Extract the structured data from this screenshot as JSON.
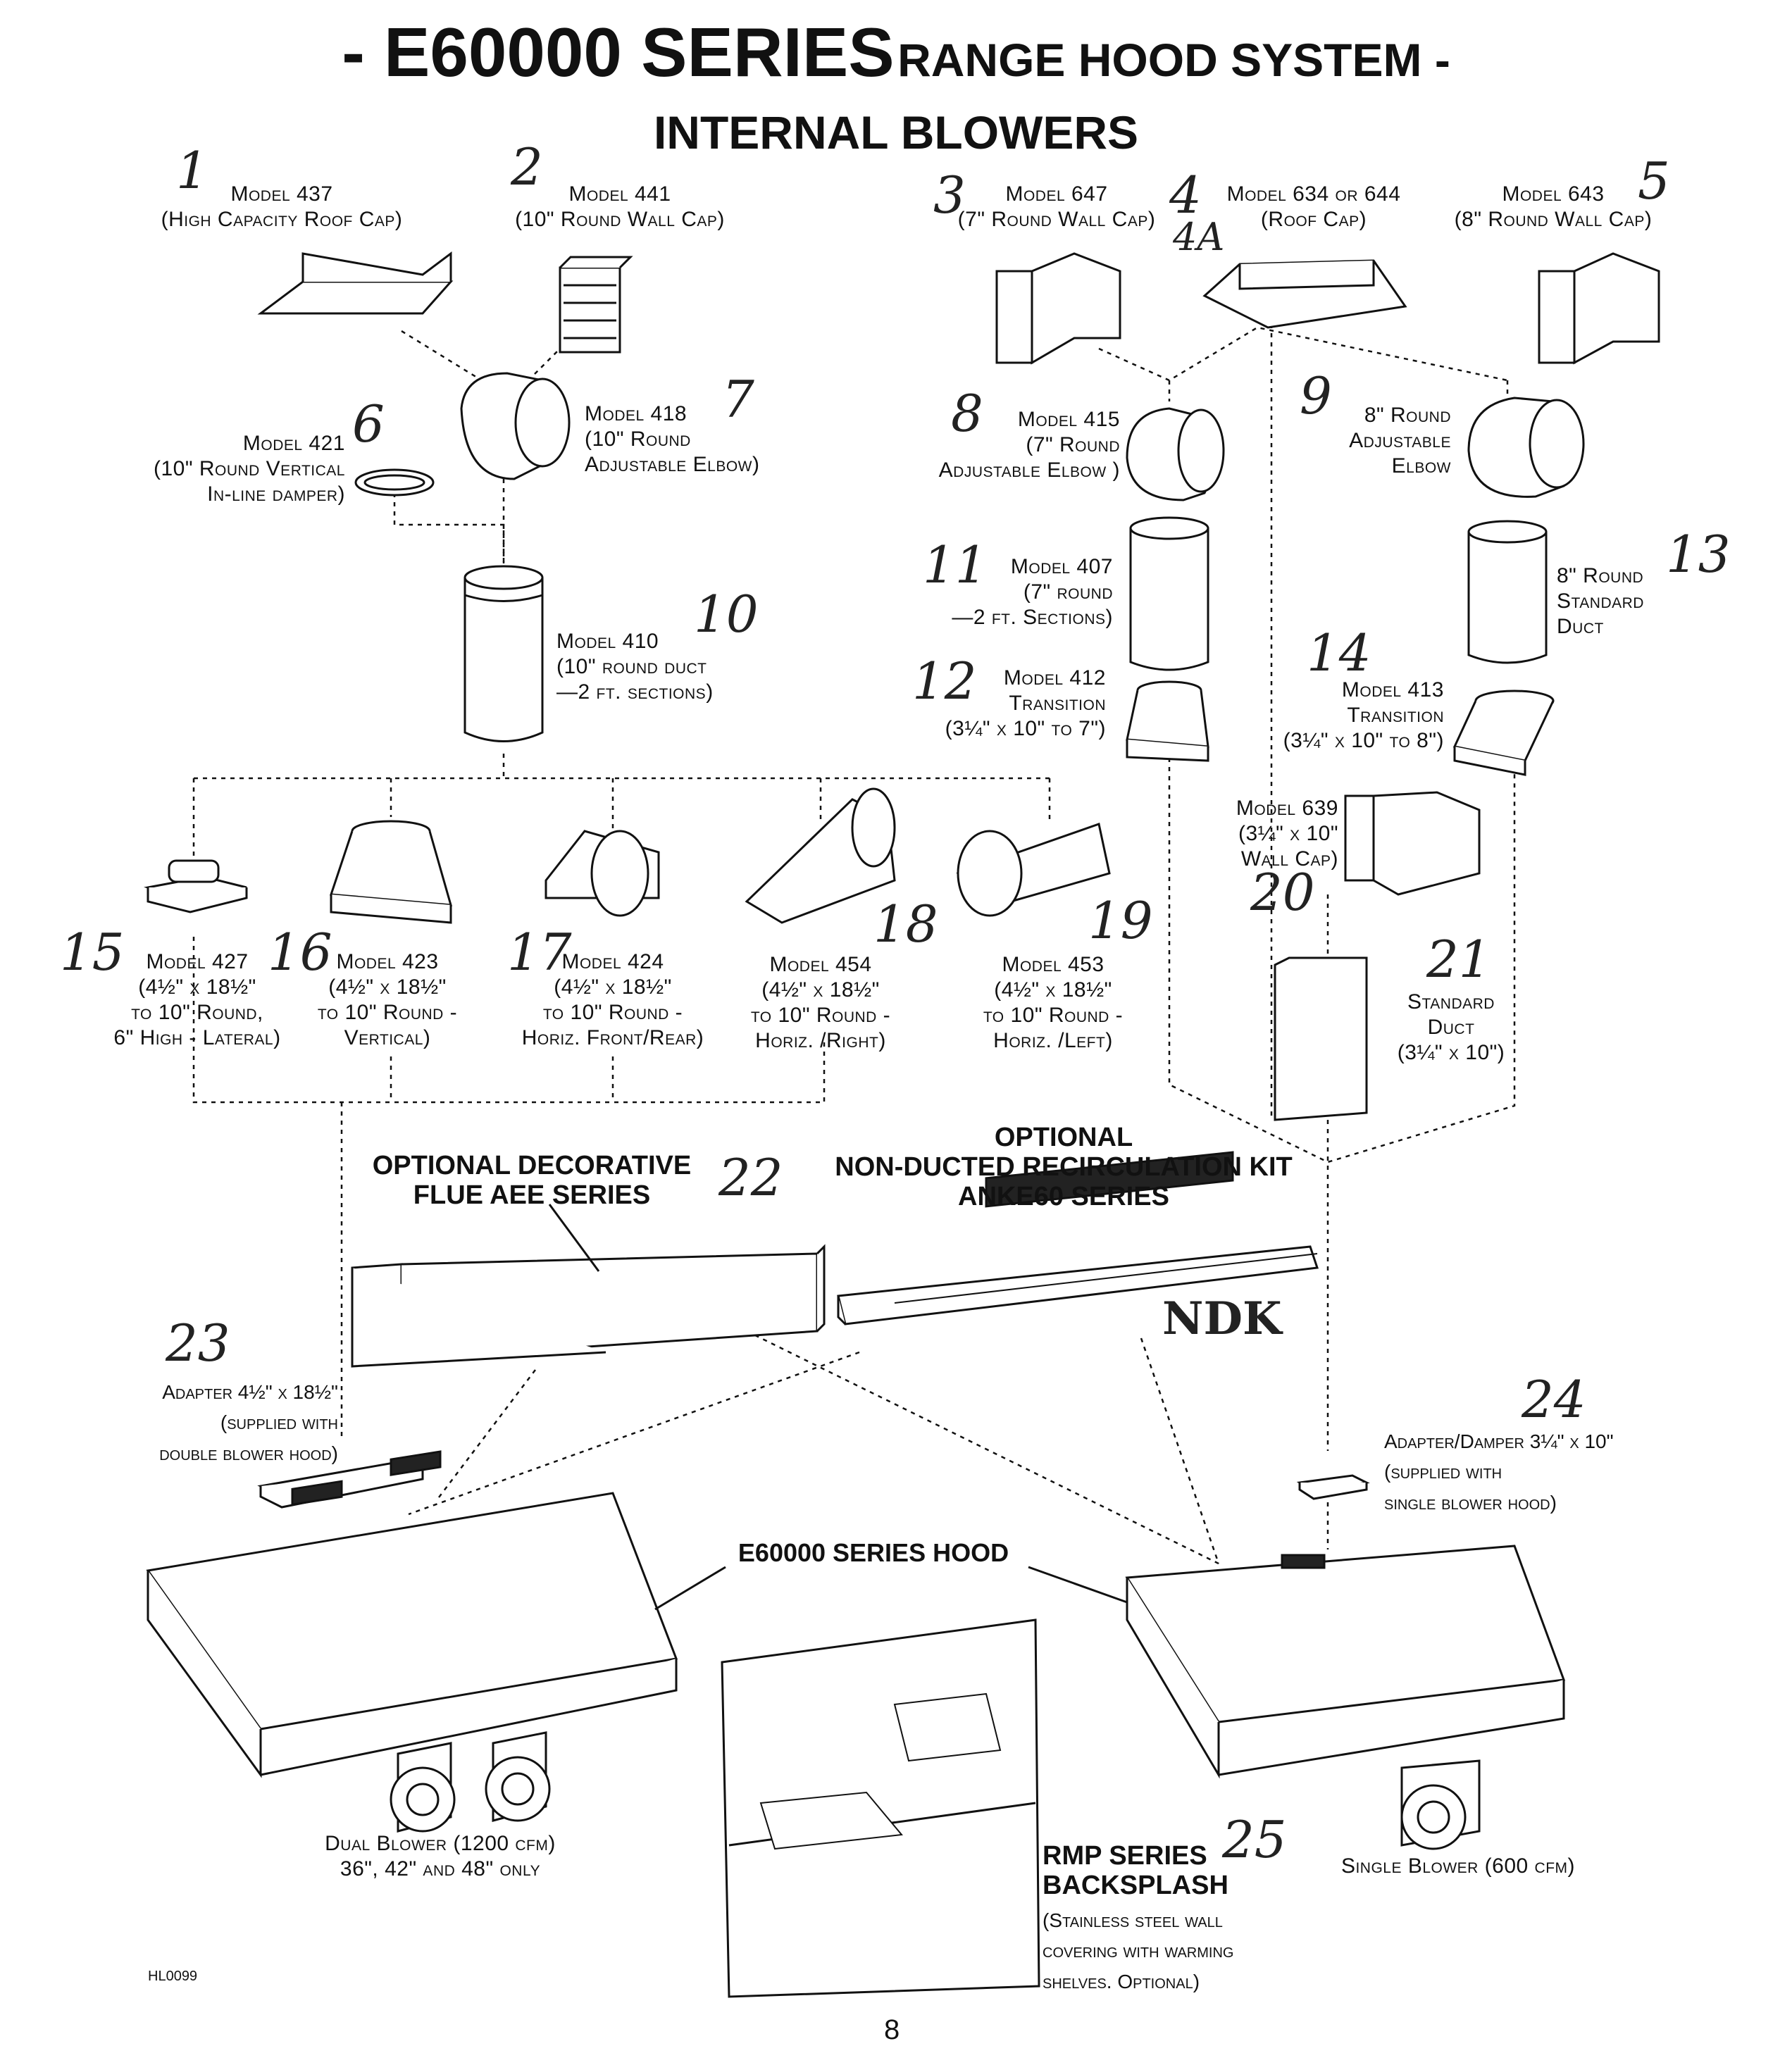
{
  "title": {
    "line1_big": "- E60000 SERIES",
    "line1_rest": "RANGE HOOD SYSTEM -",
    "line2": "INTERNAL BLOWERS"
  },
  "components": [
    {
      "num": "1",
      "model": "Model 437",
      "desc": "(High Capacity Roof Cap)"
    },
    {
      "num": "2",
      "model": "Model 441",
      "desc": "(10\" Round Wall Cap)"
    },
    {
      "num": "3",
      "model": "Model 647",
      "desc": "(7\" Round Wall Cap)"
    },
    {
      "num": "4",
      "num_b": "4A",
      "model": "Model 634 or 644",
      "desc": "(Roof Cap)"
    },
    {
      "num": "5",
      "model": "Model 643",
      "desc": "(8\" Round Wall Cap)"
    },
    {
      "num": "6",
      "model": "Model 421",
      "desc": "(10\" Round Vertical",
      "desc2": "In-line damper)"
    },
    {
      "num": "7",
      "model": "Model 418",
      "desc": "(10\" Round",
      "desc2": "Adjustable Elbow)"
    },
    {
      "num": "8",
      "model": "Model 415",
      "desc": "(7\" Round",
      "desc2": "Adjustable Elbow )"
    },
    {
      "num": "9",
      "model": "8\" Round",
      "desc": "Adjustable",
      "desc2": "Elbow"
    },
    {
      "num": "10",
      "model": "Model 410",
      "desc": "(10\" round duct",
      "desc2": "—2 ft. sections)"
    },
    {
      "num": "11",
      "model": "Model 407",
      "desc": "(7\" round",
      "desc2": "—2 ft. Sections)"
    },
    {
      "num": "12",
      "model": "Model 412",
      "desc": "Transition",
      "desc2": "(3¼\" x 10\" to 7\")"
    },
    {
      "num": "13",
      "model": "8\" Round",
      "desc": "Standard",
      "desc2": "Duct"
    },
    {
      "num": "14",
      "model": "Model 413",
      "desc": "Transition",
      "desc2": "(3¼\" x 10\" to 8\")"
    },
    {
      "num": "15",
      "model": "Model 427",
      "desc": "(4½\" x 18½\"",
      "desc2": "to 10\" Round,",
      "desc3": "6\" High - Lateral)"
    },
    {
      "num": "16",
      "model": "Model 423",
      "desc": "(4½\" x 18½\"",
      "desc2": "to 10\" Round -",
      "desc3": "Vertical)"
    },
    {
      "num": "17",
      "model": "Model 424",
      "desc": "(4½\" x 18½\"",
      "desc2": "to 10\" Round -",
      "desc3": "Horiz. Front/Rear)"
    },
    {
      "num": "18",
      "model": "Model 454",
      "desc": "(4½\" x 18½\"",
      "desc2": "to 10\" Round -",
      "desc3": "Horiz. /Right)"
    },
    {
      "num": "19",
      "model": "Model 453",
      "desc": "(4½\" x 18½\"",
      "desc2": "to 10\" Round -",
      "desc3": "Horiz. /Left)"
    },
    {
      "num": "20",
      "model": "Model 639",
      "desc": "(3¼\" x 10\"",
      "desc2": "Wall Cap)"
    },
    {
      "num": "21",
      "model": "Standard",
      "desc": "Duct",
      "desc2": "(3¼\" x 10\")"
    }
  ],
  "flue": {
    "num": "22",
    "line1": "OPTIONAL DECORATIVE",
    "line2": "FLUE AEE SERIES"
  },
  "ndk": {
    "line1": "OPTIONAL",
    "line2": "NON-DUCTED RECIRCULATION KIT",
    "line3": "ANKE60 SERIES",
    "mark": "NDK"
  },
  "adapter23": {
    "num": "23",
    "line1": "Adapter 4½\" x 18½\"",
    "line2": "(supplied with",
    "line3": "double blower hood)"
  },
  "adapter24": {
    "num": "24",
    "line1": "Adapter/Damper 3¼\" x 10\"",
    "line2": "(supplied with",
    "line3": "single blower hood)"
  },
  "hood_label": "E60000 SERIES HOOD",
  "dual_blower": {
    "line1": "Dual Blower (1200 cfm)",
    "line2": "36\", 42\" and 48\" only"
  },
  "single_blower": "Single Blower (600 cfm)",
  "backsplash": {
    "num": "25",
    "line1": "RMP SERIES",
    "line2": "BACKSPLASH",
    "line3": "(Stainless steel wall",
    "line4": "covering with warming",
    "line5": "shelves. Optional)"
  },
  "drawing_code": "HL0099",
  "page_number": "8"
}
